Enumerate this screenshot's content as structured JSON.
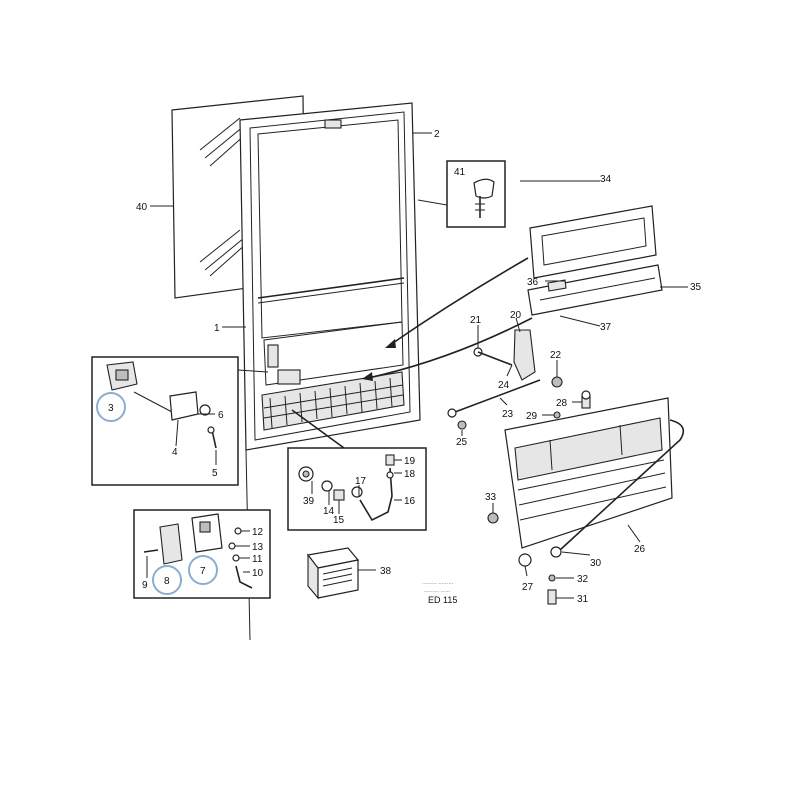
{
  "labels": {
    "l1": "1",
    "l2": "2",
    "l3": "3",
    "l4": "4",
    "l5": "5",
    "l6": "6",
    "l7": "7",
    "l8": "8",
    "l9": "9",
    "l10": "10",
    "l11": "11",
    "l12": "12",
    "l13": "13",
    "l14": "14",
    "l15": "15",
    "l16": "16",
    "l17": "17",
    "l18": "18",
    "l19": "19",
    "l20": "20",
    "l21": "21",
    "l22": "22",
    "l23": "23",
    "l24": "24",
    "l25": "25",
    "l26": "26",
    "l27": "27",
    "l28": "28",
    "l29": "29",
    "l30": "30",
    "l31": "31",
    "l32": "32",
    "l33": "33",
    "l34": "34",
    "l35": "35",
    "l36": "36",
    "l37": "37",
    "l38": "38",
    "l39": "39",
    "l40": "40",
    "l41": "41"
  },
  "caption": {
    "fine_line_1": "……… ………",
    "fine_line_2": "……… ……",
    "code": "ED 115"
  },
  "colors": {
    "line": "#222222",
    "highlight_ring": "#8aaed0",
    "shade": "#bdbdbd"
  }
}
